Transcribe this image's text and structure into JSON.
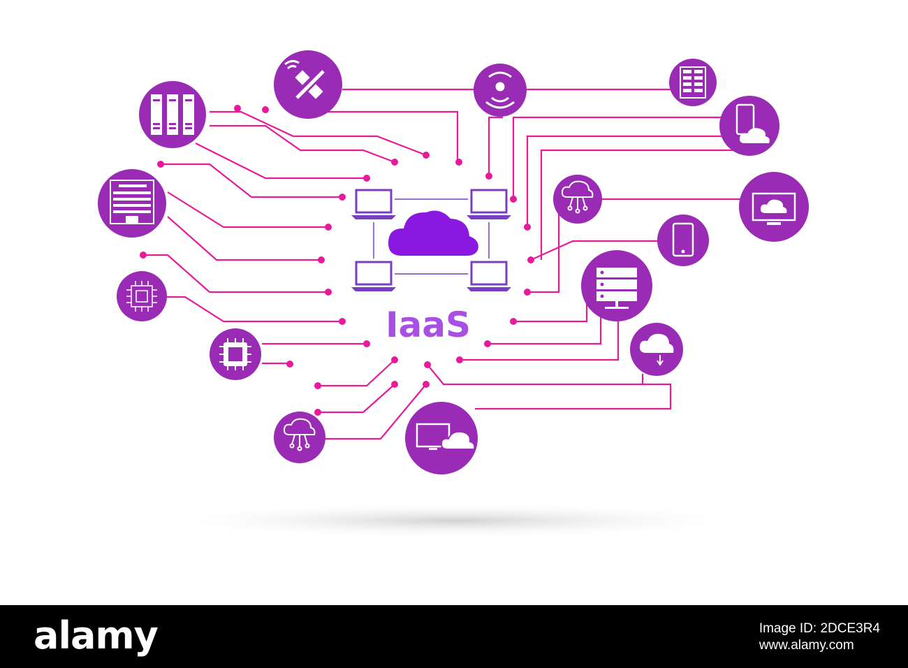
{
  "diagram": {
    "title": "IaaS",
    "colors": {
      "circle": "#9a2bb5",
      "line": "#e8199a",
      "dot": "#e8199a",
      "cloud": "#8a18e0",
      "laptop": "#7a3fc0",
      "title": "#a94fe6",
      "shadow": "#cfcfcf"
    },
    "icons": [
      "satellite-icon",
      "wifi-icon",
      "server-rack-icon",
      "server-towers-icon",
      "phone-cloud-icon",
      "office-building-icon",
      "cloud-network-icon",
      "monitor-cloud-icon",
      "tablet-icon",
      "chip-circuit-icon",
      "server-stack-icon",
      "cpu-chip-icon",
      "cloud-transfer-icon",
      "cloud-network-icon",
      "desktop-cloud-icon",
      "laptop-icon",
      "cloud-icon"
    ]
  },
  "footer": {
    "logo": "alamy",
    "image_id": "Image ID: 2DCE3R4",
    "site": "www.alamy.com"
  }
}
